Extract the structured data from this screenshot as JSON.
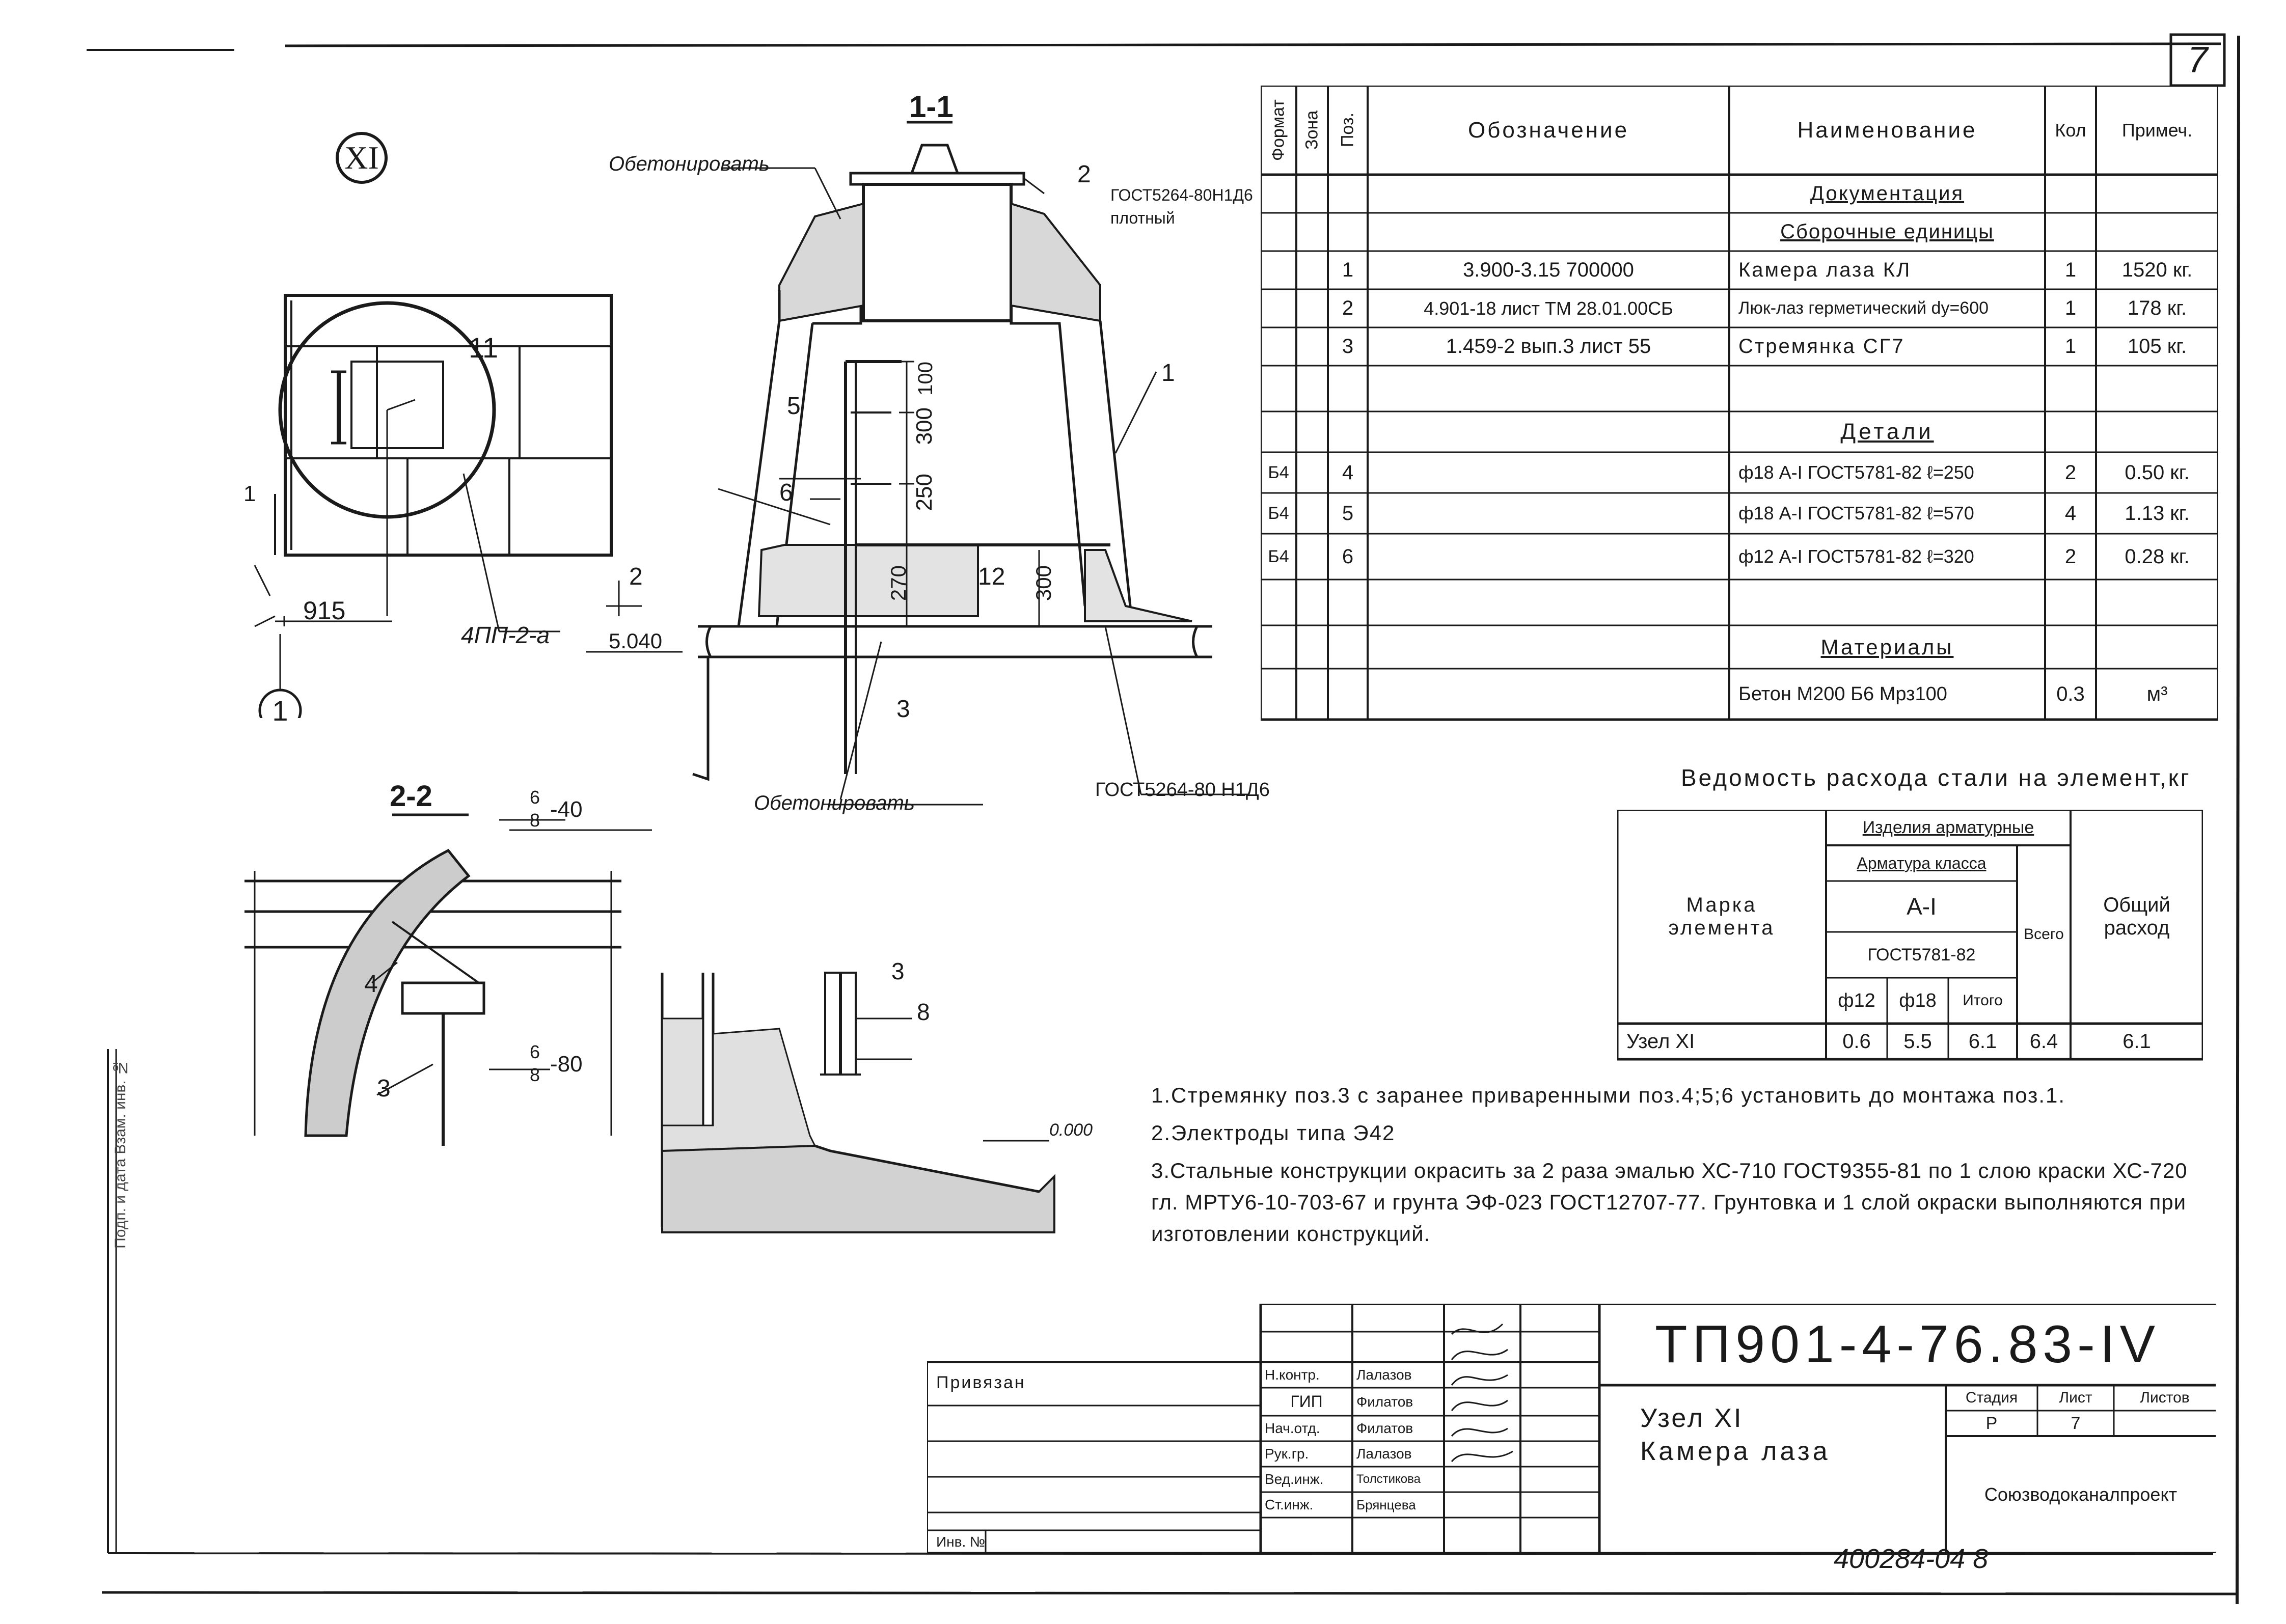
{
  "sheet_number": "7",
  "node_mark": "XI",
  "section_1_1": "1-1",
  "section_2_2": "2-2",
  "annotations": {
    "concrete_top": "Обетонировать",
    "concrete_bottom": "Обетонировать",
    "gost_top": "ГОСТ5264-80Н1Д6",
    "dense": "плотный",
    "gost_bottom": "ГОСТ5264-80 Н1Д6",
    "plan_label": "4ПП-2-а",
    "dim_915": "915",
    "elev_5040": "5.040",
    "elev_0000": "0.000",
    "dim_300a": "300",
    "dim_250": "250",
    "dim_100": "100",
    "dim_270": "270",
    "dim_300b": "300",
    "dim_12": "12",
    "frac_top_a": "6",
    "frac_bot_a": "8",
    "frac_val_a": "-40",
    "frac_top_b": "6",
    "frac_bot_b": "8",
    "frac_val_b": "-80",
    "pos_1": "1",
    "pos_2": "2",
    "pos_3a": "3",
    "pos_3b": "3",
    "pos_3c": "3",
    "pos_4": "4",
    "pos_5": "5",
    "pos_6": "6",
    "pos_8": "8",
    "pos_11": "11",
    "axis_1": "1",
    "mark_2": "2",
    "mark_1_plan": "1"
  },
  "spec": {
    "headers": [
      "Формат",
      "Зона",
      "Поз.",
      "Обозначение",
      "Наименование",
      "Кол",
      "Примеч."
    ],
    "rows": [
      {
        "fmt": "",
        "zone": "",
        "pos": "",
        "designation": "",
        "name": "Документация",
        "qty": "",
        "note": "",
        "style": "section"
      },
      {
        "fmt": "",
        "zone": "",
        "pos": "",
        "designation": "",
        "name": "Сборочные единицы",
        "qty": "",
        "note": "",
        "style": "section"
      },
      {
        "fmt": "",
        "zone": "",
        "pos": "1",
        "designation": "3.900-3.15 700000",
        "name": "Камера лаза КЛ",
        "qty": "1",
        "note": "1520 кг.",
        "style": "row"
      },
      {
        "fmt": "",
        "zone": "",
        "pos": "2",
        "designation": "4.901-18 лист ТМ 28.01.00СБ",
        "name": "Люк-лаз герметический dу=600",
        "qty": "1",
        "note": "178 кг.",
        "style": "row"
      },
      {
        "fmt": "",
        "zone": "",
        "pos": "3",
        "designation": "1.459-2 вып.3 лист 55",
        "name": "Стремянка СГ7",
        "qty": "1",
        "note": "105 кг.",
        "style": "row"
      },
      {
        "fmt": "",
        "zone": "",
        "pos": "",
        "designation": "",
        "name": "",
        "qty": "",
        "note": "",
        "style": "row"
      },
      {
        "fmt": "",
        "zone": "",
        "pos": "",
        "designation": "",
        "name": "Детали",
        "qty": "",
        "note": "",
        "style": "section"
      },
      {
        "fmt": "Б4",
        "zone": "",
        "pos": "4",
        "designation": "",
        "name": "ф18 А-I ГОСТ5781-82 ℓ=250",
        "qty": "2",
        "note": "0.50 кг.",
        "style": "row"
      },
      {
        "fmt": "Б4",
        "zone": "",
        "pos": "5",
        "designation": "",
        "name": "ф18 А-I ГОСТ5781-82 ℓ=570",
        "qty": "4",
        "note": "1.13 кг.",
        "style": "row"
      },
      {
        "fmt": "Б4",
        "zone": "",
        "pos": "6",
        "designation": "",
        "name": "ф12 А-I ГОСТ5781-82 ℓ=320",
        "qty": "2",
        "note": "0.28 кг.",
        "style": "row"
      },
      {
        "fmt": "",
        "zone": "",
        "pos": "",
        "designation": "",
        "name": "",
        "qty": "",
        "note": "",
        "style": "row"
      },
      {
        "fmt": "",
        "zone": "",
        "pos": "",
        "designation": "",
        "name": "Материалы",
        "qty": "",
        "note": "",
        "style": "section"
      },
      {
        "fmt": "",
        "zone": "",
        "pos": "",
        "designation": "",
        "name": "Бетон М200 Б6 Мрз100",
        "qty": "0.3",
        "note": "м³",
        "style": "row"
      }
    ]
  },
  "steel": {
    "title": "Ведомость расхода стали на элемент,кг",
    "h_mark": "Марка элемента",
    "h_products": "Изделия арматурные",
    "h_class": "Арматура класса",
    "h_ai": "А-I",
    "h_gost": "ГОСТ5781-82",
    "h_d12": "ф12",
    "h_d18": "ф18",
    "h_itogo": "Итого",
    "h_vsego": "Всего",
    "h_total": "Общий расход",
    "row_mark": "Узел XI",
    "row_d12": "0.6",
    "row_d18": "5.5",
    "row_itogo": "6.1",
    "row_vsego": "6.4",
    "row_total": "6.1"
  },
  "notes": [
    "1.Стремянку поз.3 с заранее приваренными поз.4;5;6 установить до монтажа поз.1.",
    "2.Электроды типа Э42",
    "3.Стальные конструкции окрасить за 2 раза эмалью ХС-710 ГОСТ9355-81 по 1 слою краски ХС-720 гл. МРТУ6-10-703-67 и грунта ЭФ-023 ГОСТ12707-77. Грунтовка и 1 слой окраски выполняются при изготовлении конструкций."
  ],
  "title_block": {
    "code": "ТП901-4-76.83-IV",
    "node": "Узел XI",
    "name": "Камера лаза",
    "stage_h": "Стадия",
    "sheet_h": "Лист",
    "sheets_h": "Листов",
    "stage": "Р",
    "sheet": "7",
    "sheets": "",
    "org": "Союзводоканалпроект",
    "bound": "Привязан",
    "inv": "Инв. №",
    "roles": [
      {
        "role": "Н.контр.",
        "name": "Лалазов"
      },
      {
        "role": "ГИП",
        "name": "Филатов"
      },
      {
        "role": "Нач.отд.",
        "name": "Филатов"
      },
      {
        "role": "Рук.гр.",
        "name": "Лалазов"
      },
      {
        "role": "Вед.инж.",
        "name": "Толстикова"
      },
      {
        "role": "Ст.инж.",
        "name": "Брянцева"
      }
    ]
  },
  "side_stamp": "Подп. и дата   Взам. инв. №",
  "archive_number": "400284-04  8"
}
